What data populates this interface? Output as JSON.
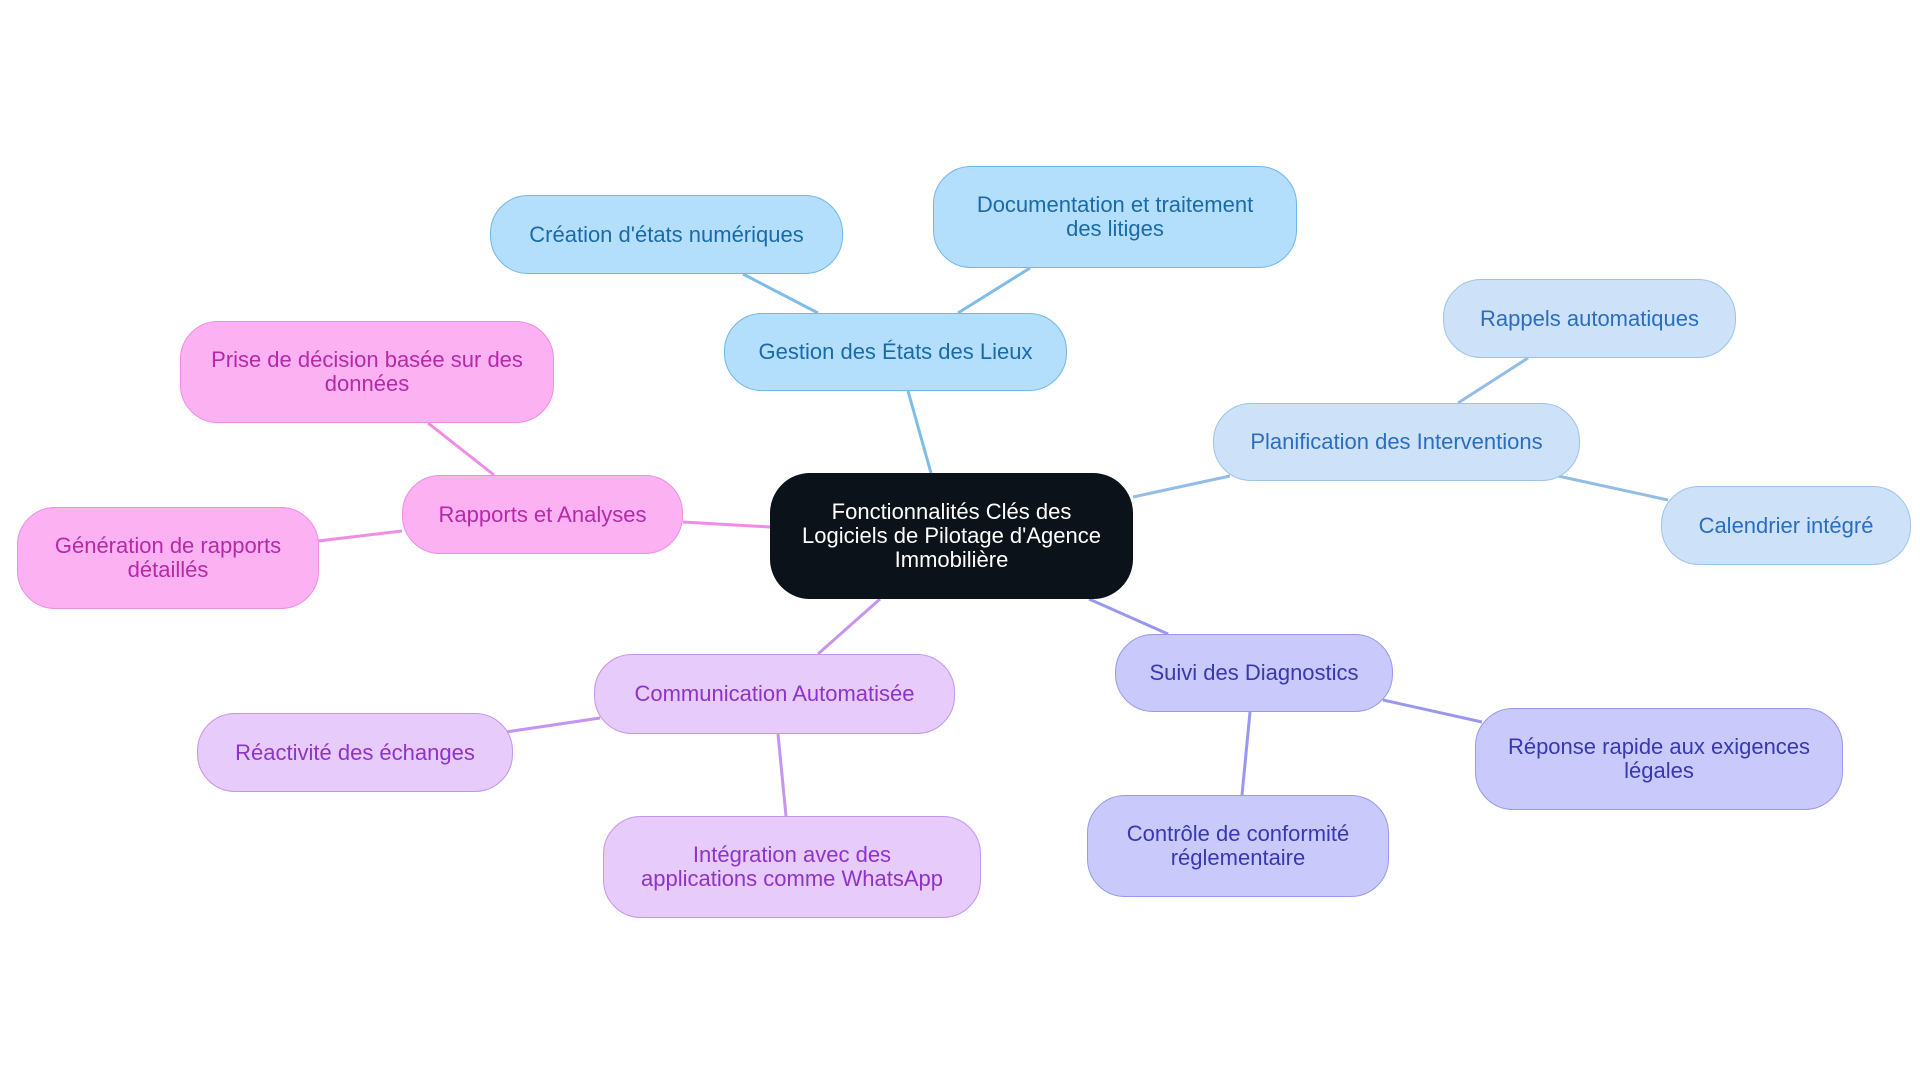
{
  "colors": {
    "center_bg": "#0c121a",
    "gestion": "#7dbde8",
    "planification": "#93bce6",
    "diagnostics": "#9a98ee",
    "communication": "#c495ee",
    "rapports": "#ef8ce3"
  },
  "center": {
    "label": "Fonctionnalités Clés des Logiciels de Pilotage d'Agence Immobilière",
    "lines": [
      "Fonctionnalités Clés des",
      "Logiciels de Pilotage d'Agence",
      "Immobilière"
    ]
  },
  "branches": [
    {
      "id": "gestion",
      "label": "Gestion des États des Lieux",
      "children": [
        {
          "id": "gestion-c1",
          "label": "Création d'états numériques",
          "lines": [
            "Création d'états numériques"
          ]
        },
        {
          "id": "gestion-c2",
          "label": "Documentation et traitement des litiges",
          "lines": [
            "Documentation et traitement",
            "des litiges"
          ]
        }
      ]
    },
    {
      "id": "planification",
      "label": "Planification des Interventions",
      "children": [
        {
          "id": "planification-c1",
          "label": "Rappels automatiques",
          "lines": [
            "Rappels automatiques"
          ]
        },
        {
          "id": "planification-c2",
          "label": "Calendrier intégré",
          "lines": [
            "Calendrier intégré"
          ]
        }
      ]
    },
    {
      "id": "diagnostics",
      "label": "Suivi des Diagnostics",
      "children": [
        {
          "id": "diagnostics-c1",
          "label": "Réponse rapide aux exigences légales",
          "lines": [
            "Réponse rapide aux exigences",
            "légales"
          ]
        },
        {
          "id": "diagnostics-c2",
          "label": "Contrôle de conformité réglementaire",
          "lines": [
            "Contrôle de conformité",
            "réglementaire"
          ]
        }
      ]
    },
    {
      "id": "communication",
      "label": "Communication Automatisée",
      "children": [
        {
          "id": "communication-c1",
          "label": "Réactivité des échanges",
          "lines": [
            "Réactivité des échanges"
          ]
        },
        {
          "id": "communication-c2",
          "label": "Intégration avec des applications comme WhatsApp",
          "lines": [
            "Intégration avec des",
            "applications comme WhatsApp"
          ]
        }
      ]
    },
    {
      "id": "rapports",
      "label": "Rapports et Analyses",
      "children": [
        {
          "id": "rapports-c1",
          "label": "Prise de décision basée sur des données",
          "lines": [
            "Prise de décision basée sur des",
            "données"
          ]
        },
        {
          "id": "rapports-c2",
          "label": "Génération de rapports détaillés",
          "lines": [
            "Génération de rapports",
            "détaillés"
          ]
        }
      ]
    }
  ]
}
